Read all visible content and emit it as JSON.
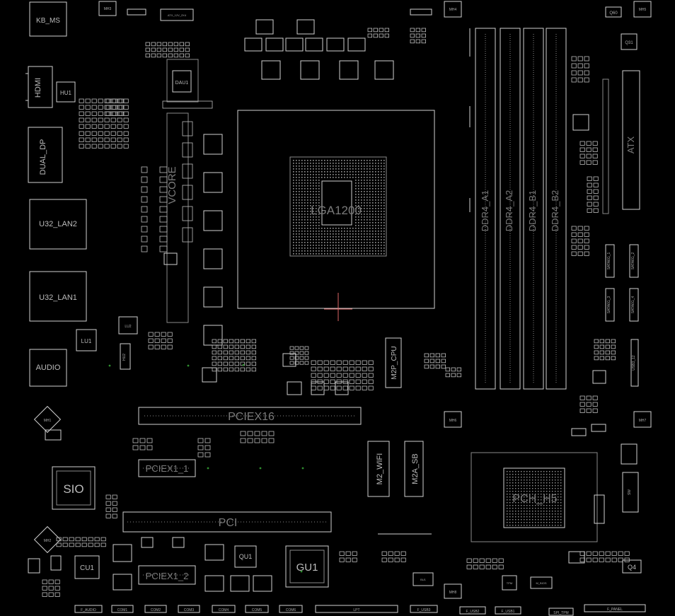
{
  "labels": {
    "kb_ms": "KB_MS",
    "atx12v": "ATX_12V_2X4",
    "hdmi": "HDMI",
    "hu1": "HU1",
    "dual_dp": "DUAL_DP",
    "u32_lan2": "U32_LAN2",
    "u32_lan1": "U32_LAN1",
    "audio": "AUDIO",
    "lu1": "LU1",
    "dau1": "DAU1",
    "lga": "LGA1200",
    "vcore": "VCORE",
    "ddr_a1": "DDR4_A1",
    "ddr_a2": "DDR4_A2",
    "ddr_b1": "DDR4_B1",
    "ddr_b2": "DDR4_B2",
    "atx": "ATX",
    "q60": "Q60",
    "q31": "Q31",
    "m2p_cpu": "M2P_CPU",
    "pciex16": "PCIEX16",
    "pciex1_1": "PCIEX1_1",
    "pci": "PCI",
    "pciex1_2": "PCIEX1_2",
    "m2_wifi": "M2_WIFI",
    "m2a_sb": "M2A_SB",
    "pch": "PCH_H5",
    "sio": "SIO",
    "cu1": "CU1",
    "gu1": "GU1",
    "qu1": "QU1",
    "q4": "Q4",
    "mh1": "MH1",
    "mh2": "MH2",
    "mh3": "MH3",
    "mh4": "MH4",
    "mh5": "MH5",
    "mh6": "MH6",
    "mh7": "MH7",
    "mh8": "MH8",
    "sata6g_1": "SATA6G_1",
    "sata6g_2": "SATA6G_2",
    "sata6g_3": "SATA6G_3",
    "sata6g_4": "SATA6G_4",
    "usb3_12": "USB3_12",
    "sw": "SW",
    "f_audio": "F_AUDIO",
    "com1": "COM1",
    "com2": "COM2",
    "com3": "COM3",
    "com4": "COM4",
    "com5": "COM5",
    "com6": "COM6",
    "lpt": "LPT",
    "f_usb3": "F_USB3",
    "f_usb2": "F_USB2",
    "f_usb1": "F_USB1",
    "spi_tpm": "SPI_TPM",
    "f_panel": "F_PANEL",
    "tpm": "TPM",
    "m_bios": "M_BIOS",
    "hu2": "HU2",
    "lu2": "LU2",
    "bu1": "BU1"
  },
  "colors": {
    "background": "#000000",
    "outline": "#cfcfcf",
    "dim_text": "#7a7a7a",
    "marker": "#2f8f2f"
  }
}
